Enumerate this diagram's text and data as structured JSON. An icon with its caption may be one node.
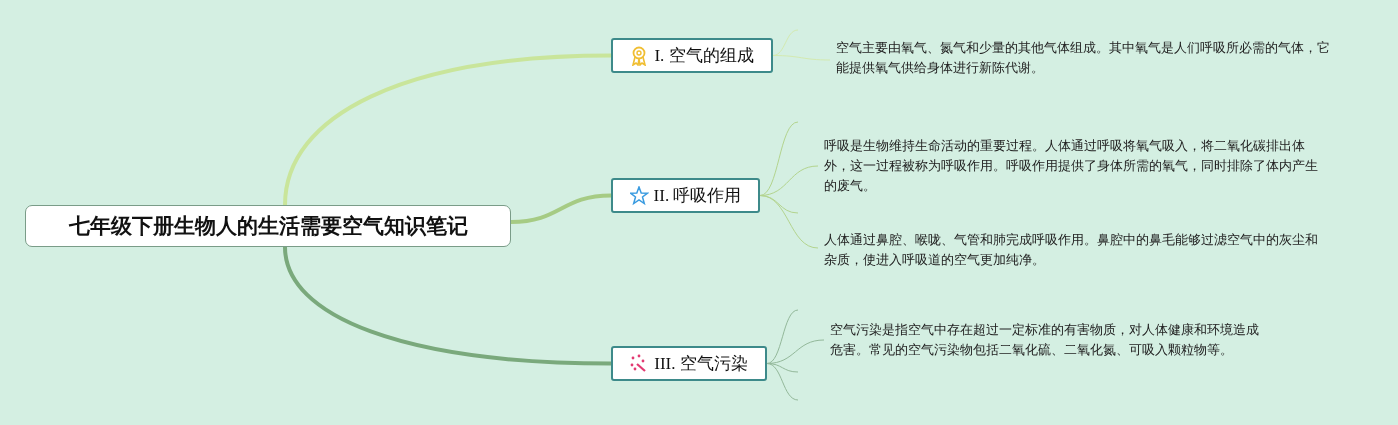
{
  "diagram": {
    "nodes": [
      {
        "text": [
          "七年级下册生物人的生活需要空气知识笔记"
        ]
      },
      {
        "text": [
          "I. 空气的组成"
        ]
      },
      {
        "text": [
          "II. 呼吸作用"
        ]
      },
      {
        "text": [
          "III. 空气污染"
        ]
      },
      {
        "text": [
          "空气主要由氧气、氮气和少量的其他气体组成。其中氧气是人们呼吸所必需的气体，它能提供氧气供给身体进行新陈代谢。"
        ]
      },
      {
        "text": [
          "呼吸是生物维持生命活动的重要过程。人体通过呼吸将氧气吸入，将二氧化碳排出体外，这一过程被称为呼吸作用。呼吸作用提供了身体所需的氧气，同时排除了体内产生的废气。"
        ]
      },
      {
        "text": [
          "人体通过鼻腔、喉咙、气管和肺完成呼吸作用。鼻腔中的鼻毛能够过滤空气中的灰尘和杂质，使进入呼吸道的空气更加纯净。"
        ]
      },
      {
        "text": [
          "空气污染是指空气中存在超过一定标准的有害物质，对人体健康和环境造成危害。常见的空气污染物包括二氧化硫、二氧化氮、可吸入颗粒物等。"
        ]
      }
    ],
    "edges": [
      {
        "from": 0,
        "to": 1,
        "arrow": "none",
        "style": "thick",
        "color": "#c9e59b"
      },
      {
        "from": 0,
        "to": 2,
        "arrow": "none",
        "style": "thick",
        "color": "#a6cb84"
      },
      {
        "from": 0,
        "to": 3,
        "arrow": "none",
        "style": "thick",
        "color": "#7aa97c"
      },
      {
        "from": 1,
        "to": null,
        "arrow": "none",
        "color": "#d3eab0"
      },
      {
        "from": 1,
        "to": 4,
        "arrow": "none",
        "color": "#d3eab0"
      },
      {
        "from": 2,
        "to": null,
        "arrow": "none",
        "color": "#b3d48e"
      },
      {
        "from": 2,
        "to": 5,
        "arrow": "none",
        "color": "#b3d48e"
      },
      {
        "from": 2,
        "to": null,
        "arrow": "none",
        "color": "#b3d48e"
      },
      {
        "from": 2,
        "to": 6,
        "arrow": "none",
        "color": "#b3d48e"
      },
      {
        "from": 3,
        "to": null,
        "arrow": "none",
        "color": "#93b89a"
      },
      {
        "from": 3,
        "to": 7,
        "arrow": "none",
        "color": "#93b89a"
      },
      {
        "from": 3,
        "to": null,
        "arrow": "none",
        "color": "#93b89a"
      },
      {
        "from": 3,
        "to": null,
        "arrow": "none",
        "color": "#93b89a"
      }
    ]
  }
}
